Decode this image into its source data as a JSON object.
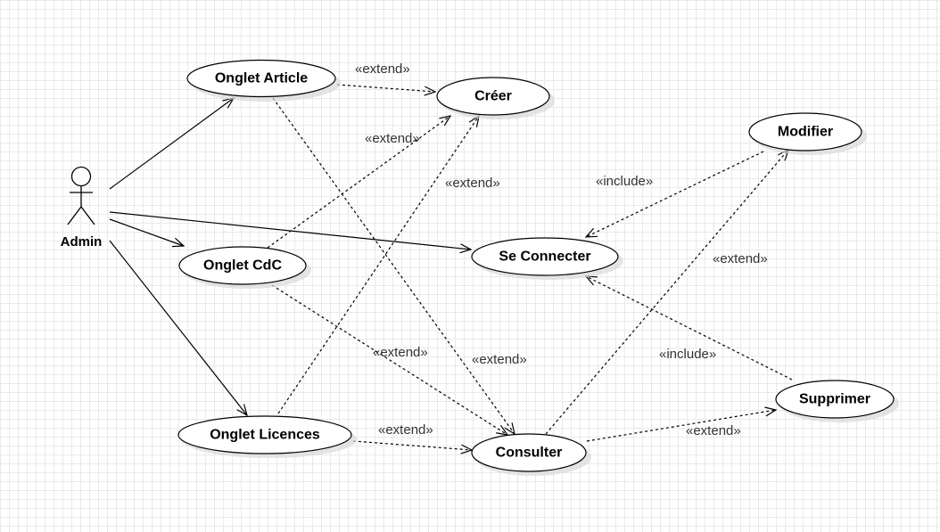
{
  "actor": {
    "name": "Admin"
  },
  "use_cases": {
    "onglet_article": "Onglet Article",
    "creer": "Créer",
    "modifier": "Modifier",
    "onglet_cdc": "Onglet CdC",
    "se_connecter": "Se Connecter",
    "supprimer": "Supprimer",
    "onglet_licences": "Onglet Licences",
    "consulter": "Consulter"
  },
  "relations": [
    {
      "from": "onglet_article",
      "to": "creer",
      "kind": "extend",
      "label": "«extend»"
    },
    {
      "from": "onglet_cdc",
      "to": "creer",
      "kind": "extend",
      "label": "«extend»"
    },
    {
      "from": "onglet_licences",
      "to": "creer",
      "kind": "extend",
      "label": "«extend»"
    },
    {
      "from": "modifier",
      "to": "se_connecter",
      "kind": "include",
      "label": "«include»"
    },
    {
      "from": "consulter",
      "to": "modifier",
      "kind": "extend",
      "label": "«extend»"
    },
    {
      "from": "onglet_cdc",
      "to": "consulter",
      "kind": "extend",
      "label": "«extend»"
    },
    {
      "from": "onglet_article",
      "to": "consulter",
      "kind": "extend",
      "label": "«extend»"
    },
    {
      "from": "supprimer",
      "to": "se_connecter",
      "kind": "include",
      "label": "«include»"
    },
    {
      "from": "onglet_licences",
      "to": "consulter",
      "kind": "extend",
      "label": "«extend»"
    },
    {
      "from": "consulter",
      "to": "supprimer",
      "kind": "extend",
      "label": "«extend»"
    }
  ],
  "associations": [
    {
      "from": "admin",
      "to": "onglet_article"
    },
    {
      "from": "admin",
      "to": "onglet_cdc"
    },
    {
      "from": "admin",
      "to": "se_connecter"
    },
    {
      "from": "admin",
      "to": "onglet_licences"
    }
  ],
  "colors": {
    "background": "#ffffff",
    "grid": "#e9e9e9",
    "stroke": "#000000",
    "shadow": "#d8d8d8"
  }
}
